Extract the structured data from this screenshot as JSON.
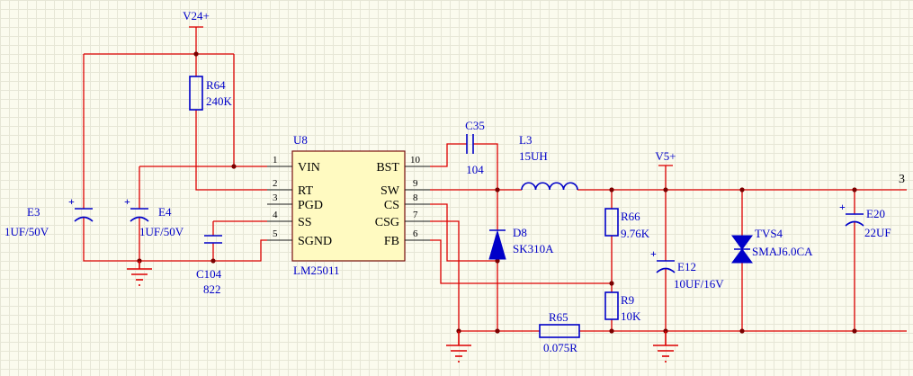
{
  "sheet": {
    "net_label": "3",
    "symbols": {
      "plus": "+"
    }
  },
  "power_ports": {
    "v24": {
      "name": "V24+"
    },
    "v5": {
      "name": "V5+"
    }
  },
  "ic": {
    "designator": "U8",
    "part_number": "LM25011",
    "left_pins": [
      {
        "num": "1",
        "name": "VIN"
      },
      {
        "num": "2",
        "name": "RT"
      },
      {
        "num": "3",
        "name": "PGD"
      },
      {
        "num": "4",
        "name": "SS"
      },
      {
        "num": "5",
        "name": "SGND"
      }
    ],
    "right_pins": [
      {
        "num": "10",
        "name": "BST"
      },
      {
        "num": "9",
        "name": "SW"
      },
      {
        "num": "8",
        "name": "CS"
      },
      {
        "num": "7",
        "name": "CSG"
      },
      {
        "num": "6",
        "name": "FB"
      }
    ]
  },
  "components": {
    "e3": {
      "designator": "E3",
      "value": "1UF/50V"
    },
    "e4": {
      "designator": "E4",
      "value": "1UF/50V"
    },
    "c104": {
      "designator": "C104",
      "value": "822"
    },
    "r64": {
      "designator": "R64",
      "value": "240K"
    },
    "c35": {
      "designator": "C35",
      "value": "104"
    },
    "l3": {
      "designator": "L3",
      "value": "15UH"
    },
    "d8": {
      "designator": "D8",
      "value": "SK310A"
    },
    "r66": {
      "designator": "R66",
      "value": "9.76K"
    },
    "r9": {
      "designator": "R9",
      "value": "10K"
    },
    "r65": {
      "designator": "R65",
      "value": "0.075R"
    },
    "e12": {
      "designator": "E12",
      "value": "10UF/16V"
    },
    "tvs4": {
      "designator": "TVS4",
      "value": "SMAJ6.0CA"
    },
    "e20": {
      "designator": "E20",
      "value": "22UF"
    }
  },
  "colors": {
    "wire": "#dd0000",
    "junction": "#790000",
    "symbol_outline": "#0000c8",
    "label_text": "#0000c8",
    "ic_fill": "#fffac1",
    "ic_border": "#7a1010",
    "background": "#fbfbee",
    "grid": "#e6e6d6",
    "pin_text": "#000000"
  }
}
